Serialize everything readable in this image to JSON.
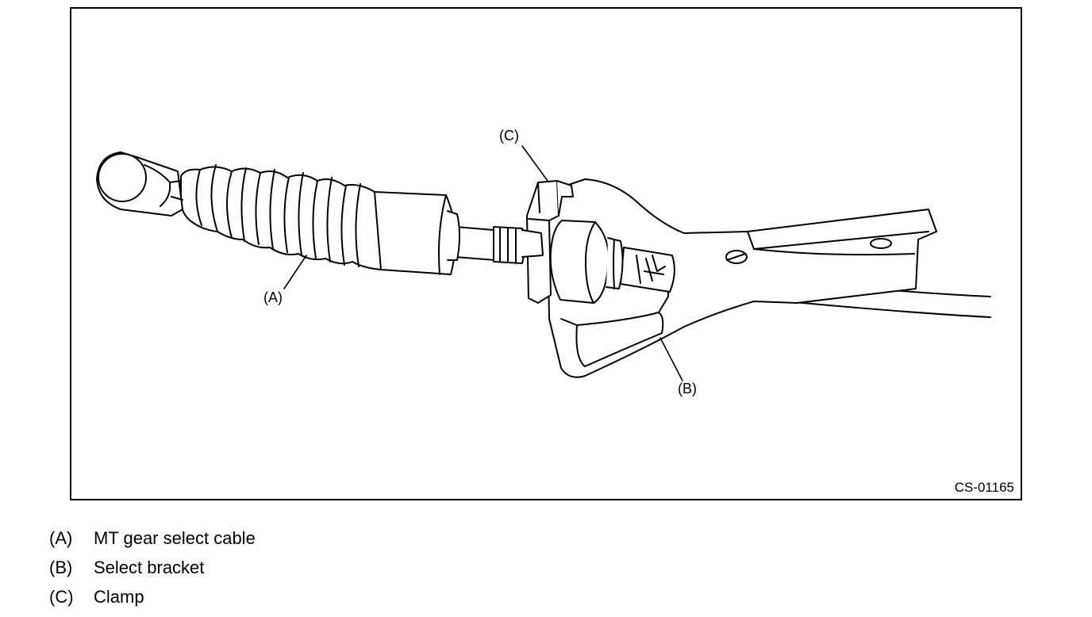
{
  "figure": {
    "id": "CS-01165",
    "callouts": {
      "a": "(A)",
      "b": "(B)",
      "c": "(C)"
    }
  },
  "legend": [
    {
      "key": "(A)",
      "text": "MT gear select cable"
    },
    {
      "key": "(B)",
      "text": "Select bracket"
    },
    {
      "key": "(C)",
      "text": "Clamp"
    }
  ],
  "colors": {
    "line": "#000000",
    "background": "#ffffff"
  }
}
